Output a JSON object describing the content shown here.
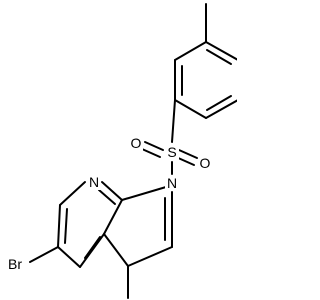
{
  "molecule": {
    "atoms": {
      "bromine": "Br",
      "ring_nitrogen": "N",
      "sulfonyl_nitrogen": "N",
      "sulfur": "S",
      "oxygen_left": "O",
      "oxygen_right": "O"
    }
  },
  "colors": {
    "bond": "#000000",
    "label": "#000000",
    "background": "#ffffff"
  }
}
